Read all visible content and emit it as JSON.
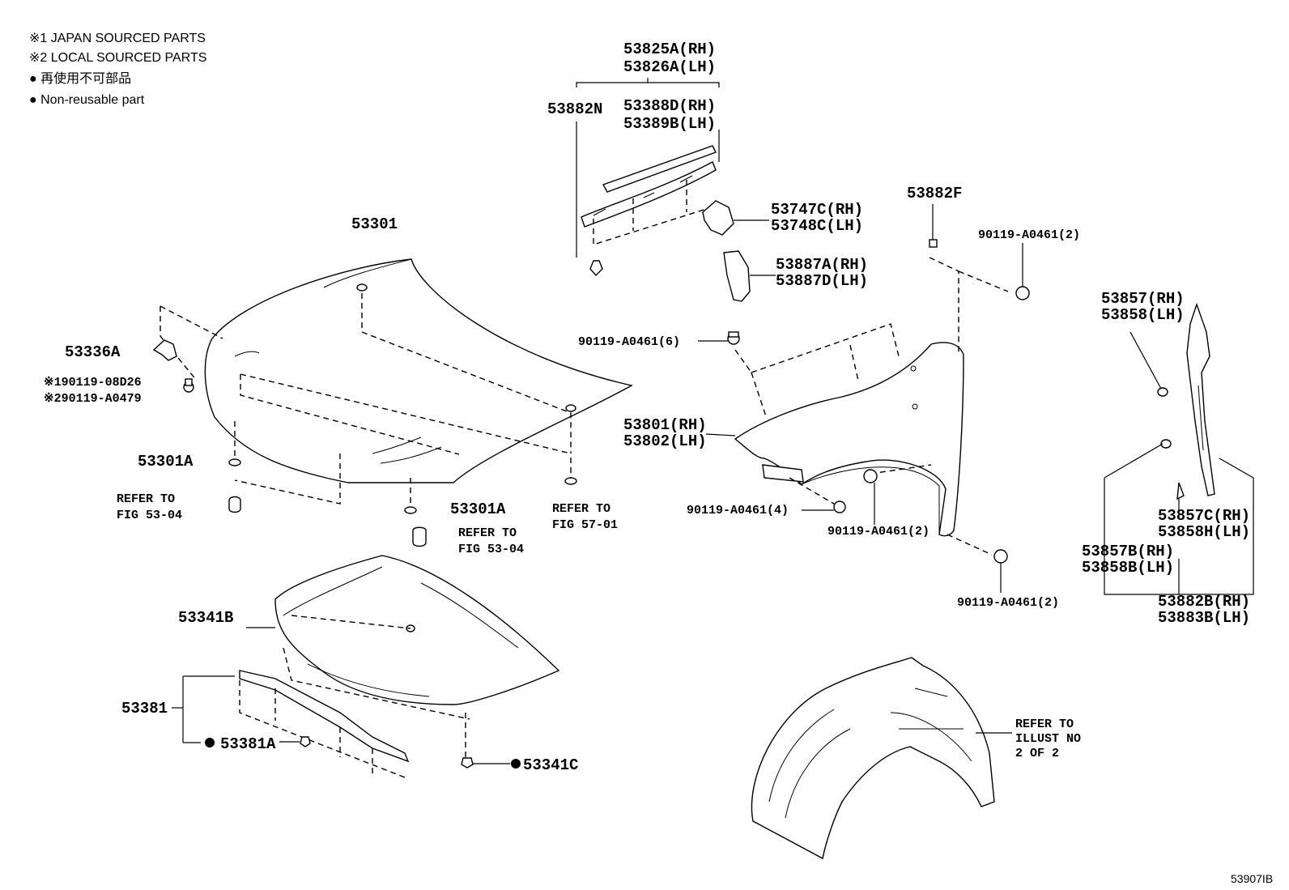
{
  "legend": {
    "japan_sourced": "※1 JAPAN SOURCED PARTS",
    "local_sourced": "※2 LOCAL SOURCED PARTS",
    "non_reusable_jp": "● 再使用不可部品",
    "non_reusable_en": "● Non-reusable part"
  },
  "labels": {
    "p53825A": "53825A(RH)",
    "p53826A": "53826A(LH)",
    "p53882N": "53882N",
    "p53388D": "53388D(RH)",
    "p53389B": "53389B(LH)",
    "p53301": "53301",
    "p53747C": "53747C(RH)",
    "p53748C": "53748C(LH)",
    "p53882F": "53882F",
    "p90119_2a": "90119-A0461(2)",
    "p53887A": "53887A(RH)",
    "p53887D": "53887D(LH)",
    "p53336A": "53336A",
    "p90119_08D26": "※190119-08D26",
    "p90119_A0479": "※290119-A0479",
    "p90119_6": "90119-A0461(6)",
    "p53857": "53857(RH)",
    "p53858": "53858(LH)",
    "p53801": "53801(RH)",
    "p53802": "53802(LH)",
    "p53301A_1": "53301A",
    "p53301A_2": "53301A",
    "refer_53_04_a1": "REFER TO",
    "refer_53_04_a2": "FIG 53-04",
    "refer_57_01_1": "REFER TO",
    "refer_57_01_2": "FIG 57-01",
    "refer_53_04_b1": "REFER TO",
    "refer_53_04_b2": "FIG 53-04",
    "p90119_4": "90119-A0461(4)",
    "p90119_2b": "90119-A0461(2)",
    "p53857C": "53857C(RH)",
    "p53858H": "53858H(LH)",
    "p53857B": "53857B(RH)",
    "p53858B": "53858B(LH)",
    "p90119_2c": "90119-A0461(2)",
    "p53882B": "53882B(RH)",
    "p53883B": "53883B(LH)",
    "p53341B": "53341B",
    "p53381": "53381",
    "p53381A": "53381A",
    "p53341C": "53341C",
    "refer_illust_1": "REFER TO",
    "refer_illust_2": "ILLUST NO",
    "refer_illust_3": "2 OF 2",
    "diagram_code": "53907IB"
  }
}
